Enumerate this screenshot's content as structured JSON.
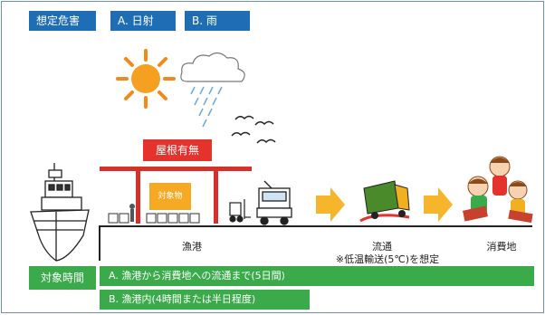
{
  "hazard": {
    "header_label": "想定危害",
    "option_a": "A. 日射",
    "option_b": "B. 雨"
  },
  "scene": {
    "roof_label": "屋根有無",
    "target_label": "対象物",
    "port_label": "漁港",
    "distribution_label": "流通",
    "consumption_label": "消費地",
    "cold_transport_note": "※低温輸送(5℃)を想定"
  },
  "timeframe": {
    "header_label": "対象時間",
    "option_a": "A. 漁港から消費地への流通まで(5日間)",
    "option_b": "B. 漁港内(4時間または半日程度)"
  },
  "colors": {
    "blue": "#1f6db5",
    "red": "#e5322d",
    "orange": "#f6a923",
    "green": "#3aaa4a",
    "arrow": "#f7b52c"
  }
}
